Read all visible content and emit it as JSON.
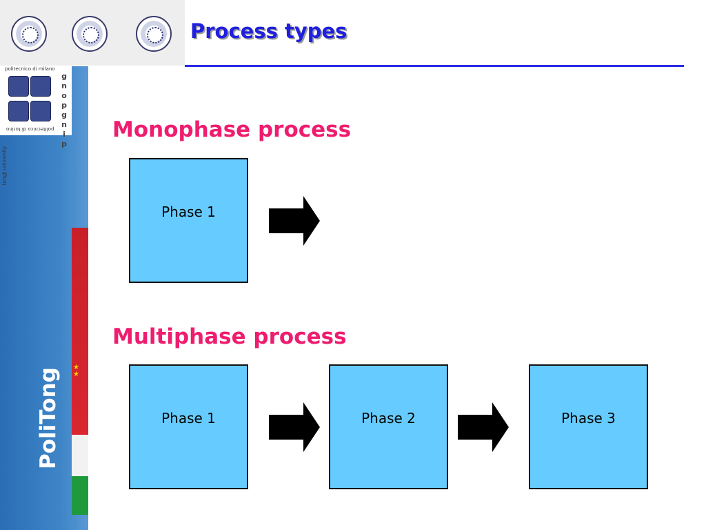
{
  "header": {
    "title": "Process types"
  },
  "sidebar": {
    "institution_top": "politecnico di milano",
    "institution_side": "tongji university",
    "institution_bottom": "politecnico di torino",
    "pingpong": [
      "g",
      "n",
      "o",
      "p",
      "g",
      "n",
      "i",
      "p"
    ],
    "brand": "PoliTong"
  },
  "diagram": {
    "monophase": {
      "heading": "Monophase process",
      "phases": [
        "Phase 1"
      ]
    },
    "multiphase": {
      "heading": "Multiphase process",
      "phases": [
        "Phase 1",
        "Phase 2",
        "Phase 3"
      ]
    }
  },
  "colors": {
    "title": "#1f1fe0",
    "heading": "#ee1d6f",
    "box_fill": "#66ccff",
    "rule": "#2a2ae6"
  }
}
